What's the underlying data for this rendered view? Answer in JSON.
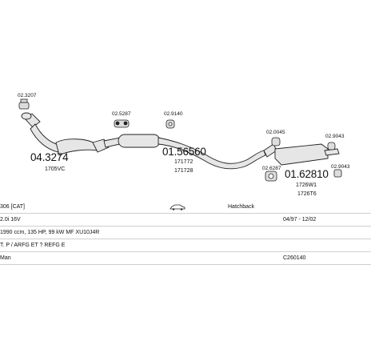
{
  "parts": {
    "p1_code": "04.3274",
    "p1_sub": "1705VC",
    "p1_clamp": "02.3207",
    "p2_code": "01.56560",
    "p2_sub1": "171772",
    "p2_sub2": "171728",
    "p2_clamp": "02.5287",
    "p2_hanger": "02.9140",
    "p3_code": "01.62810",
    "p3_sub1": "1726W1",
    "p3_sub2": "1726T6",
    "p3_hanger1": "02.0045",
    "p3_hanger2": "02.9043",
    "p3_clamp": "02.6287",
    "p3_hanger3": "02.9043"
  },
  "spec": {
    "r1_a": "306 [CAT]",
    "r1_c": "Hatchback",
    "r2_a": "2.0i 16V",
    "r2_d": "04/97 - 12/02",
    "r3_a": "1990 ccm, 135 HP, 99 kW MF XU10J4R",
    "r4_a": "T. P / ARFG ET ? REFG E",
    "r5_a": "Man",
    "r5_d": "C260140"
  }
}
